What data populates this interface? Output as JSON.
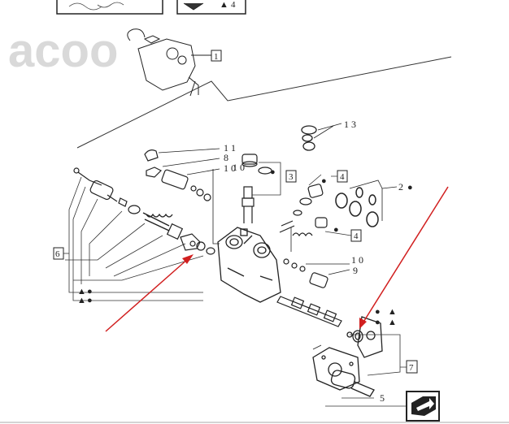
{
  "watermark": "acoo",
  "callouts": {
    "c1": "1",
    "c13": "1 3",
    "c11": "1 1",
    "c8": "8",
    "c10a": "1 0",
    "c10b": "1 0",
    "c3": "3",
    "c4a": "4",
    "c2": "2",
    "c4b": "4",
    "c10c": "1 0",
    "c9": "9",
    "c6": "6",
    "c7": "7",
    "c5": "5",
    "c4top": "4"
  },
  "markers": {
    "dot": "●",
    "triangle": "▲"
  },
  "colors": {
    "line": "#222222",
    "arrow": "#d11f1f",
    "watermark": "#d9d9d9"
  },
  "nav_icon": "next-page-arrow-icon"
}
